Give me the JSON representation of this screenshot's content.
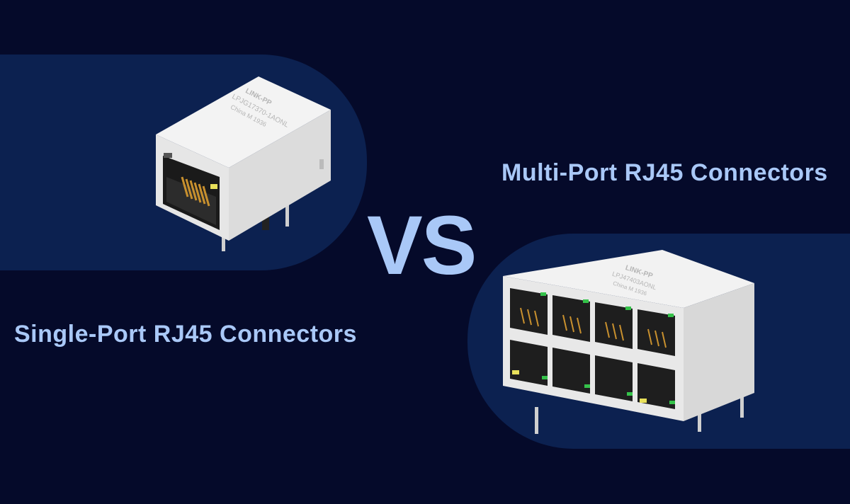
{
  "labels": {
    "single_port": "Single-Port RJ45 Connectors",
    "multi_port": "Multi-Port RJ45 Connectors",
    "versus": "VS"
  },
  "single_product": {
    "brand": "LINK-PP",
    "part_number": "LPJG17370-1AONL",
    "origin": "China M 1936"
  },
  "multi_product": {
    "brand": "LINK-PP",
    "part_number": "LPJ47403AONL",
    "origin": "China M 1936"
  },
  "colors": {
    "background": "#050a2a",
    "panel": "#0c2150",
    "text": "#a9c8f7"
  }
}
